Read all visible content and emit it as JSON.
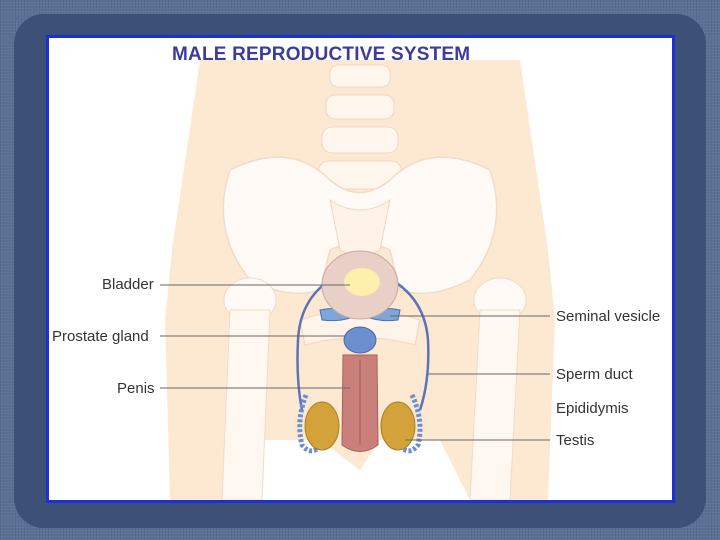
{
  "title": "MALE REPRODUCTIVE SYSTEM",
  "labels": {
    "bladder": "Bladder",
    "prostate": "Prostate gland",
    "penis": "Penis",
    "seminal_vesicle": "Seminal vesicle",
    "sperm_duct": "Sperm duct",
    "epididymis": "Epididymis",
    "testis": "Testis"
  },
  "colors": {
    "frame_border": "#1f2fd6",
    "title": "#3c3c9c",
    "background": "#3d5177"
  }
}
